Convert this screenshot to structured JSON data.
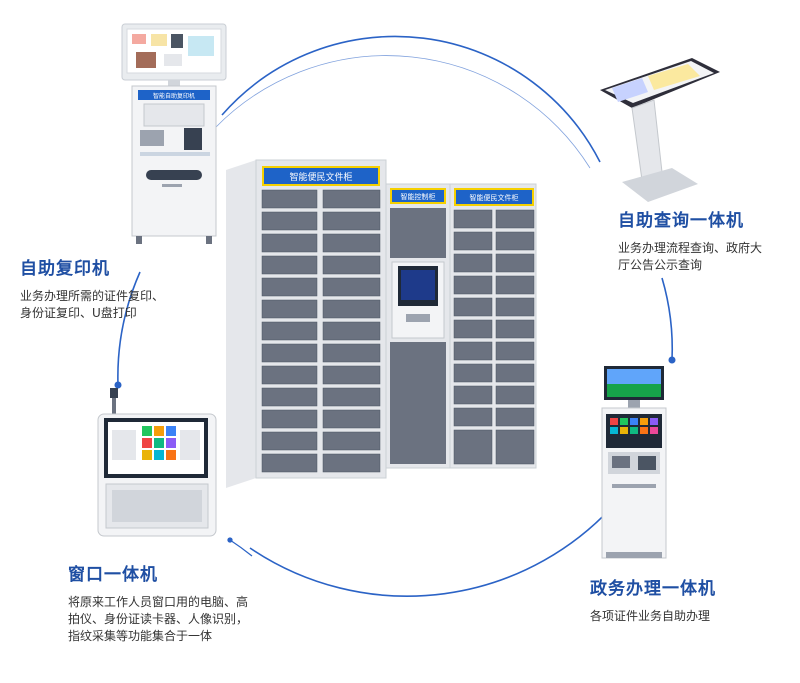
{
  "devices": {
    "copier": {
      "title": "自助复印机",
      "desc_lines": [
        "业务办理所需的证件复印、",
        "身份证复印、U盘打印"
      ],
      "panel_label": "智能自助复印机"
    },
    "query": {
      "title": "自助查询一体机",
      "desc_lines": [
        "业务办理流程查询、政府大",
        "厅公告公示查询"
      ]
    },
    "window": {
      "title": "窗口一体机",
      "desc_lines": [
        "将原来工作人员窗口用的电脑、高",
        "拍仪、身份证读卡器、人像识别，",
        "指纹采集等功能集合于一体"
      ]
    },
    "gov": {
      "title": "政务办理一体机",
      "desc_lines": [
        "各项证件业务自助办理"
      ]
    },
    "locker": {
      "left_header": "智能便民文件柜",
      "middle_header": "智能控制柜",
      "right_header": "智能便民文件柜"
    }
  },
  "colors": {
    "accent": "#1f4fa3",
    "ring": "#2b63c6",
    "cabinet_door": "#6b7280",
    "cabinet_frame": "#e5e7eb",
    "header_yellow": "#f5d000",
    "header_blue": "#1e63c8"
  }
}
